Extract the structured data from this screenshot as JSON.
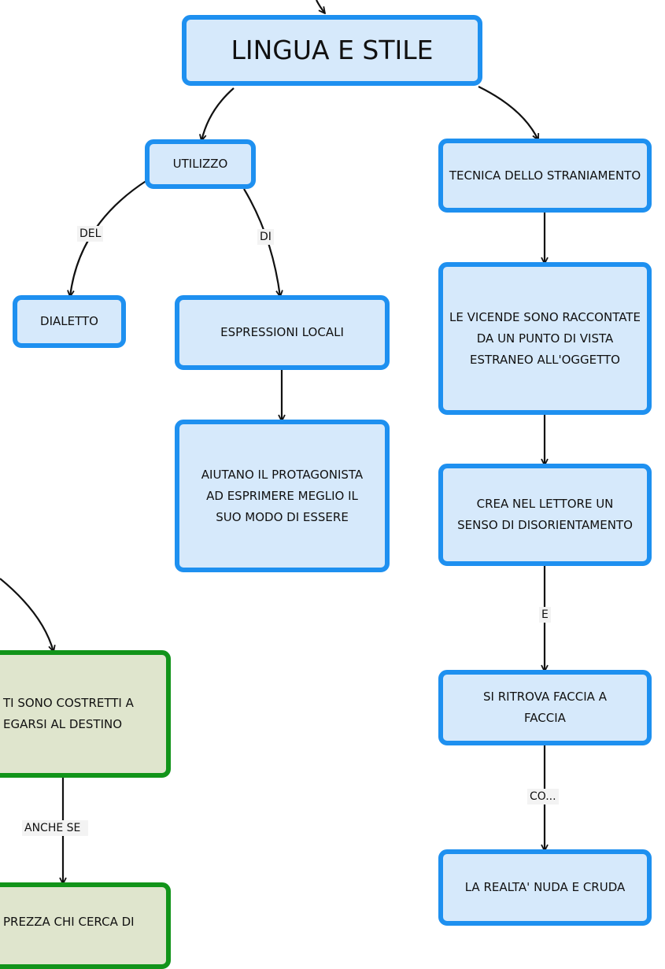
{
  "colors": {
    "blue_border": "#1e90f0",
    "blue_fill": "#d6e9fb",
    "green_border": "#12941a",
    "green_fill": "#dfe5cd",
    "edge": "#111111"
  },
  "nodes": {
    "title": "LINGUA E STILE",
    "utilizzo": "UTILIZZO",
    "tecnica": "TECNICA DELLO STRANIAMENTO",
    "dialetto": "DIALETTO",
    "espressioni": "ESPRESSIONI LOCALI",
    "aiutano": "AIUTANO IL PROTAGONISTA AD ESPRIMERE MEGLIO IL SUO MODO DI ESSERE",
    "vicende": "LE VICENDE SONO RACCONTATE DA UN PUNTO DI VISTA ESTRANEO ALL'OGGETTO",
    "crea": "CREA NEL LETTORE UN SENSO DI DISORIENTAMENTO",
    "ritrova": "SI RITROVA FACCIA A FACCIA",
    "realta": "LA REALTA' NUDA E CRUDA",
    "costretti_line1": "TI SONO COSTRETTI A",
    "costretti_line2": "EGARSI AL DESTINO",
    "disprezza_line1": "PREZZA CHI CERCA DI"
  },
  "edge_labels": {
    "del": "DEL",
    "di": "DI",
    "e": "E",
    "co": "CO...",
    "anche_se": "ANCHE SE"
  }
}
